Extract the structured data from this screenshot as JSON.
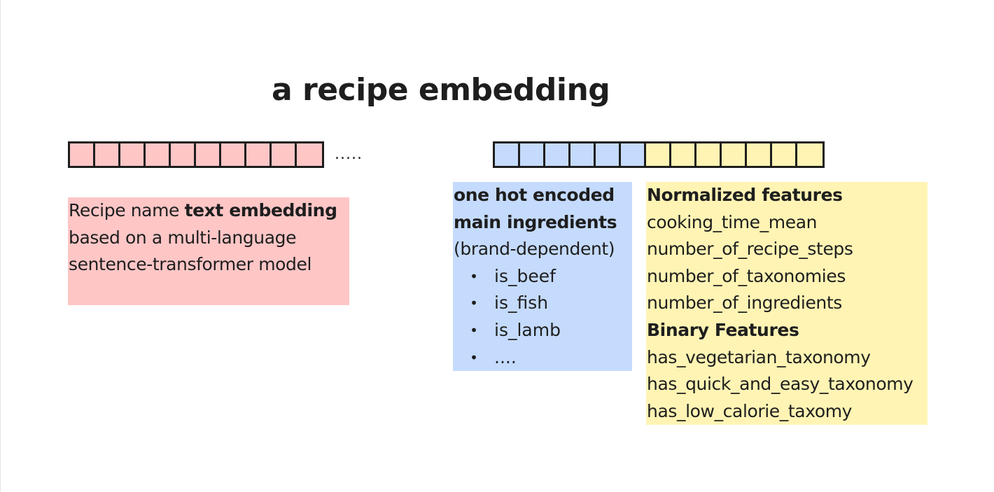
{
  "title": "a recipe embedding",
  "ellipsis": ".....",
  "colors": {
    "pink": "#ffc6c6",
    "blue": "#c5dbfd",
    "yellow": "#fff4b4",
    "stroke": "#1e1e1e"
  },
  "vectors": {
    "left": {
      "pink_cells": 10
    },
    "right": {
      "blue_cells": 6,
      "yellow_cells": 7
    }
  },
  "text_note": {
    "line1_prefix": "Recipe name ",
    "line1_bold": "text embedding",
    "line2": "based on a multi-language",
    "line3": "sentence-transformer model"
  },
  "ingredients_note": {
    "heading1": "one hot encoded",
    "heading2": "main ingredients",
    "subheading": "(brand-dependent)",
    "bullet": "•",
    "items": [
      "is_beef",
      "is_fish",
      "is_lamb",
      "...."
    ]
  },
  "features_note": {
    "normalized_heading": "Normalized features",
    "normalized": [
      "cooking_time_mean",
      "number_of_recipe_steps",
      "number_of_taxonomies",
      "number_of_ingredients"
    ],
    "binary_heading": "Binary Features",
    "binary": [
      "has_vegetarian_taxonomy",
      "has_quick_and_easy_taxonomy",
      "has_low_calorie_taxomy"
    ]
  }
}
